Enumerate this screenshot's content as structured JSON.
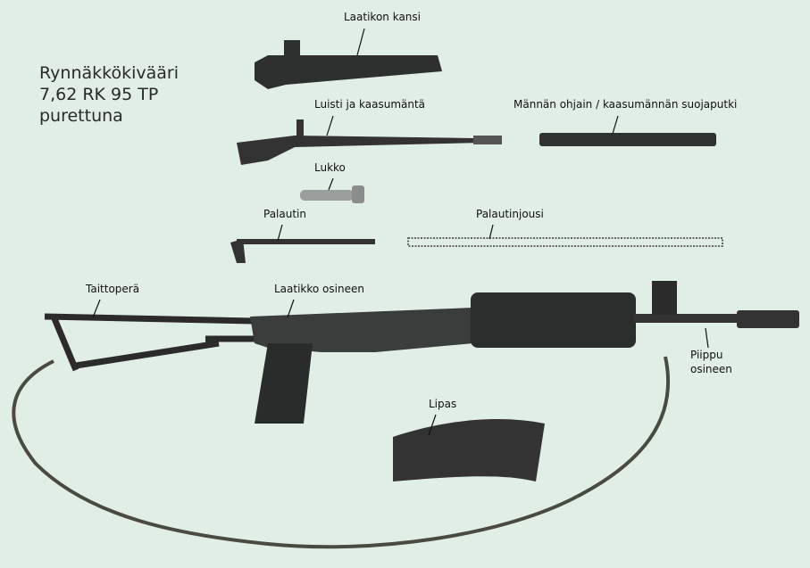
{
  "title": {
    "line1": "Rynnäkkökivääri",
    "line2": "7,62 RK 95 TP",
    "line3": "purettuna"
  },
  "labels": {
    "receiver_cover": "Laatikon kansi",
    "bolt_carrier": "Luisti ja kaasumäntä",
    "piston_guide": "Männän ohjain / kaasumännän suojaputki",
    "bolt": "Lukko",
    "recoil_rod": "Palautin",
    "recoil_spring": "Palautinjousi",
    "stock": "Taittoperä",
    "receiver": "Laatikko osineen",
    "barrel_line1": "Piippu",
    "barrel_line2": "osineen",
    "magazine": "Lipas"
  },
  "colors": {
    "background": "#e1eee5",
    "metal": "#3a3d3c",
    "polymer": "#2f3231",
    "sling": "#4a4a40"
  }
}
